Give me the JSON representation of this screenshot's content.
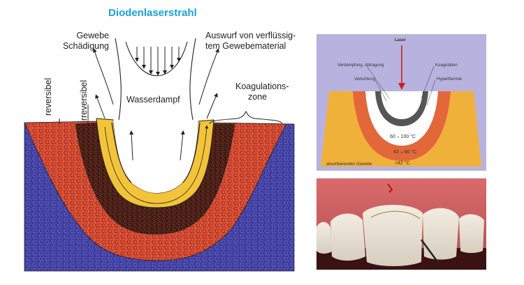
{
  "main_diagram": {
    "title": "Diodenlaserstrahl",
    "label_tissue_damage": [
      "Gewebe",
      "Schädigung"
    ],
    "label_ejection": [
      "Auswurf von verflüssig-",
      "tem Gewebematerial"
    ],
    "label_steam": "Wasserdampf",
    "label_coagulation_zone": [
      "Koagulations-",
      "zone"
    ],
    "label_reversible": "reversibel",
    "label_irreversible": "irreversibel",
    "colors": {
      "title": "#1aa3d6",
      "outer_tissue": "#3b3a9a",
      "red_zone": "#e4553a",
      "dark_zone": "#2a1a14",
      "yellow_zone": "#f3c43a"
    }
  },
  "schematic": {
    "label_laser": "Laser",
    "label_vaporization": "Verdampfung, Abtragung",
    "label_coagulation": "Koagulation",
    "label_carbonization": "Verkohlung",
    "label_hyperthermia": "Hyperthermie",
    "temp_inner": "60 – 100 °C",
    "temp_middle": "42 – 60 °C",
    "temp_outer": "<42 °C",
    "label_absorbing_tissue": "absorbierendes Gewebe",
    "colors": {
      "background": "#b7b3de",
      "outer": "#f0b13b",
      "middle": "#e2673b",
      "inner": "#ffffff",
      "crater": "#555555",
      "laser_arrow": "#d02020"
    }
  }
}
